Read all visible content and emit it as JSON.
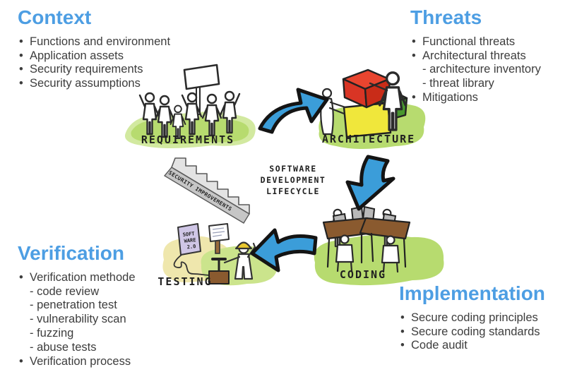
{
  "sections": {
    "context": {
      "title": "Context",
      "items": [
        "Functions and environment",
        "Application assets",
        "Security requirements",
        "Security assumptions"
      ]
    },
    "threats": {
      "title": "Threats",
      "items": [
        "Functional threats",
        "Architectural threats",
        "- architecture inventory",
        "- threat library",
        "Mitigations"
      ]
    },
    "verification": {
      "title": "Verification",
      "items": [
        "Verification methode",
        "- code review",
        "- penetration test",
        "- vulnerability scan",
        "- fuzzing",
        "- abuse tests",
        "Verification process"
      ]
    },
    "implementation": {
      "title": "Implementation",
      "items": [
        "Secure coding principles",
        "Secure coding standards",
        "Code audit"
      ]
    }
  },
  "diagram": {
    "stages": {
      "requirements": "REQUIREMENTS",
      "architecture": "ARCHITECTURE",
      "coding": "CODING",
      "testing": "TESTING"
    },
    "center_label": {
      "line1": "SOFTWARE",
      "line2": "DEVELOPMENT",
      "line3": "LIFECYCLE"
    },
    "stairs_label": "SECURITY IMPROVEMENTS",
    "software_box": {
      "line1": "SOFT",
      "line2": "WARE",
      "line3": "2.0"
    },
    "colors": {
      "heading_blue": "#4d9ee3",
      "arrow_blue": "#3b9dd9",
      "grass_green": "#b7db6f",
      "grass_light": "#d2e9a0",
      "grass_yellow": "#efe7ad",
      "block_red": "#d93525",
      "block_yellow": "#f0e73b",
      "block_green": "#55a93a",
      "table_brown": "#8a5a2f"
    }
  }
}
